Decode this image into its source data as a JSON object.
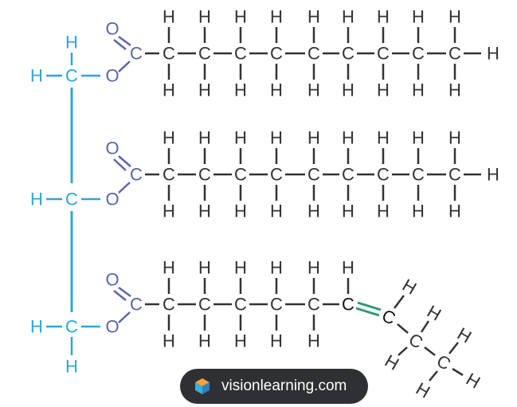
{
  "atoms": {
    "hydrogen": "H",
    "carbon": "C",
    "oxygen": "O"
  },
  "watermark": {
    "text": "visionlearning.com",
    "icon": "vl-logo-icon"
  },
  "colors": {
    "glycerol": "#2aa8d8",
    "ester": "#5b65a8",
    "chain": "#333333",
    "double_bond_atom": "#111111",
    "double_bond": "#2e9a6c",
    "badge": "#2f3033"
  }
}
